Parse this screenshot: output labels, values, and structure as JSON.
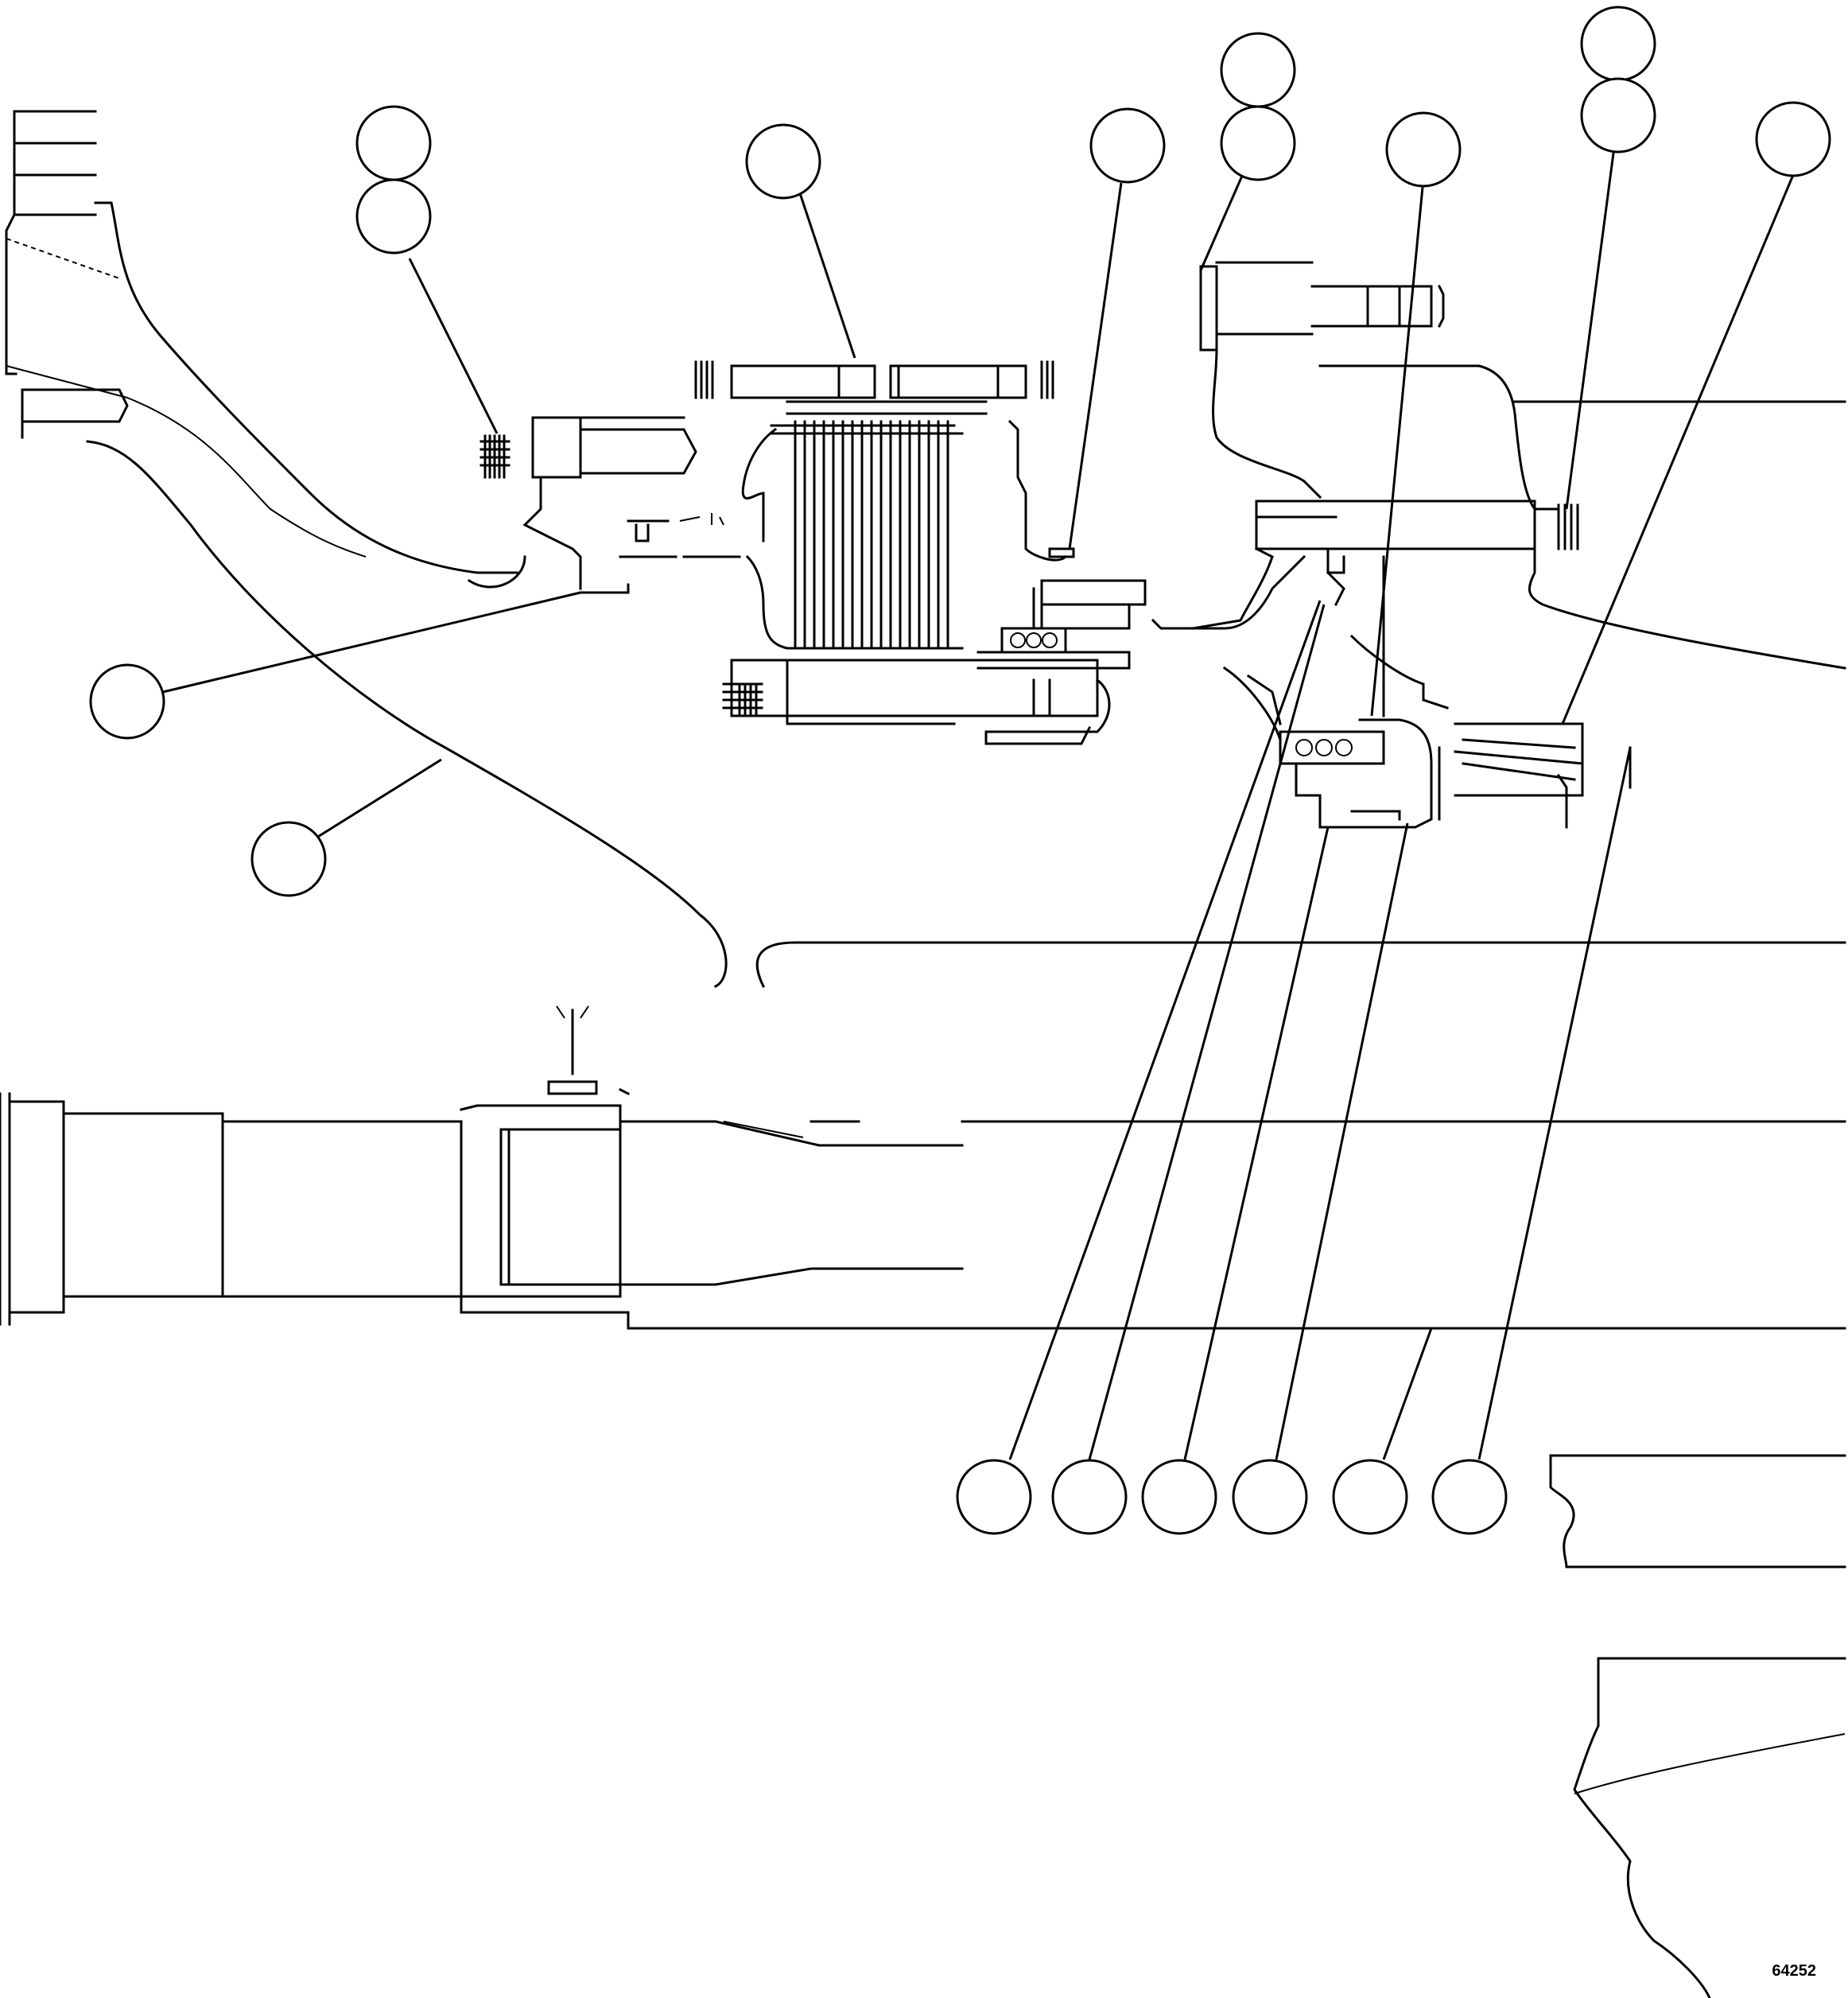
{
  "figure_number": "64252",
  "balloons": [
    {
      "id": "balloon-1",
      "label": ""
    },
    {
      "id": "balloon-2",
      "label": ""
    },
    {
      "id": "balloon-3",
      "label": ""
    },
    {
      "id": "balloon-4",
      "label": ""
    },
    {
      "id": "balloon-5",
      "label": ""
    },
    {
      "id": "balloon-6",
      "label": ""
    },
    {
      "id": "balloon-7",
      "label": ""
    },
    {
      "id": "balloon-8",
      "label": ""
    },
    {
      "id": "balloon-9",
      "label": ""
    },
    {
      "id": "balloon-10",
      "label": ""
    },
    {
      "id": "balloon-11",
      "label": ""
    },
    {
      "id": "balloon-12",
      "label": ""
    },
    {
      "id": "balloon-13",
      "label": ""
    },
    {
      "id": "balloon-14",
      "label": ""
    },
    {
      "id": "balloon-15",
      "label": ""
    },
    {
      "id": "balloon-16",
      "label": ""
    },
    {
      "id": "balloon-17",
      "label": ""
    },
    {
      "id": "balloon-18",
      "label": ""
    }
  ]
}
